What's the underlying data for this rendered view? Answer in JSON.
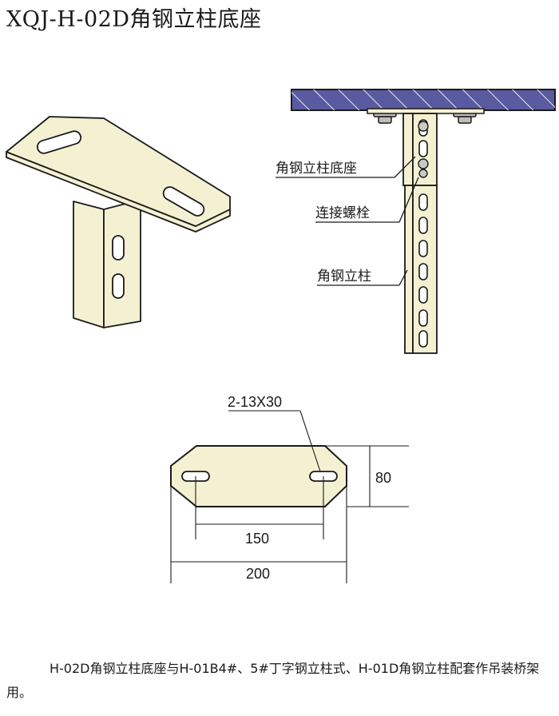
{
  "title": "XQJ-H-02D角钢立柱底座",
  "callouts": {
    "base": "角钢立柱底座",
    "bolt": "连接螺栓",
    "column": "角钢立柱"
  },
  "dimensions": {
    "holes": "2-13X30",
    "height": "80",
    "hole_spacing": "150",
    "width": "200"
  },
  "description": "H-02D角钢立柱底座与H-01B4#、5#丁字钢立柱式、H-01D角钢立柱配套作吊装桥架用。",
  "colors": {
    "part_fill": "#f4f0d2",
    "ceiling": "#5a5aa0",
    "line": "#1a1a1a"
  }
}
